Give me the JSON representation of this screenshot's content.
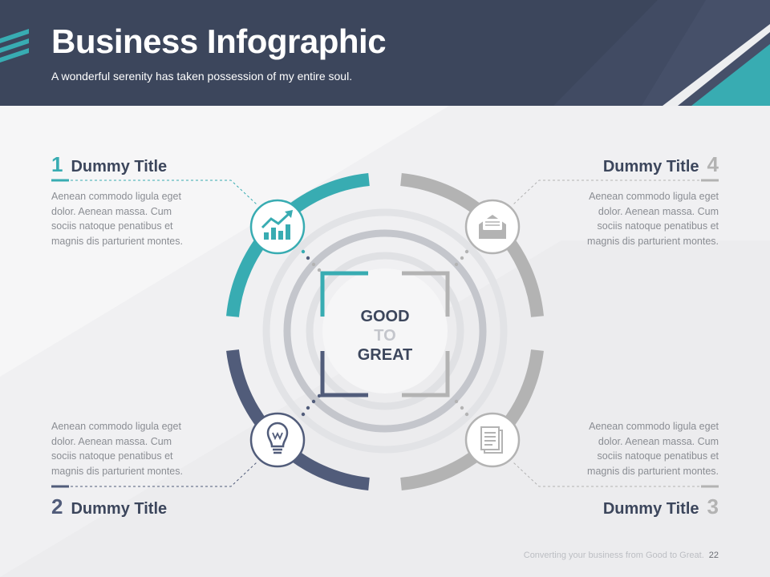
{
  "header": {
    "title": "Business Infographic",
    "subtitle": "A wonderful serenity has taken possession of my entire soul."
  },
  "center": {
    "line1": "GOOD",
    "line2": "TO",
    "line3": "GREAT"
  },
  "items": [
    {
      "number": "1",
      "title": "Dummy Title",
      "text": "Aenean commodo ligula eget dolor. Aenean massa. Cum sociis natoque penatibus et magnis dis parturient montes.",
      "icon": "chart-growth-icon",
      "color": "#38acb2"
    },
    {
      "number": "2",
      "title": "Dummy Title",
      "text": "Aenean commodo ligula eget dolor. Aenean massa. Cum sociis natoque penatibus et magnis dis parturient montes.",
      "icon": "lightbulb-icon",
      "color": "#515c7a"
    },
    {
      "number": "3",
      "title": "Dummy Title",
      "text": "Aenean commodo ligula eget dolor. Aenean massa. Cum sociis natoque penatibus et magnis dis parturient montes.",
      "icon": "document-icon",
      "color": "#b3b3b3"
    },
    {
      "number": "4",
      "title": "Dummy Title",
      "text": "Aenean commodo ligula eget dolor. Aenean massa. Cum sociis natoque penatibus et magnis dis parturient montes.",
      "icon": "envelope-icon",
      "color": "#b3b3b3"
    }
  ],
  "footer": {
    "text": "Converting your business from Good to Great.",
    "page": "22"
  },
  "colors": {
    "navy": "#3c465c",
    "teal": "#38acb2",
    "slate": "#515c7a",
    "gray": "#b3b3b3",
    "text": "#8a8d93"
  }
}
